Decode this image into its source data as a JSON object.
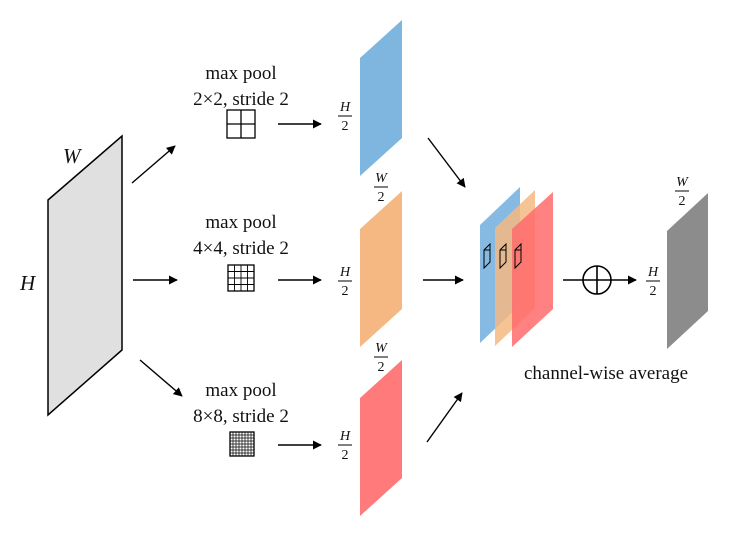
{
  "input": {
    "width_label": "W",
    "height_label": "H",
    "color": "#e0e0e0"
  },
  "branches": [
    {
      "title": "max pool",
      "detail": "2×2, stride 2",
      "grid_cells": 2,
      "color": "#7fb6e0",
      "height_num": "H",
      "height_den": "2"
    },
    {
      "title": "max pool",
      "detail": "4×4, stride 2",
      "grid_cells": 4,
      "color": "#f5b883",
      "height_num": "H",
      "height_den": "2",
      "width_num": "W",
      "width_den": "2"
    },
    {
      "title": "max pool",
      "detail": "8×8, stride 2",
      "grid_cells": 8,
      "color": "#ff7a7a",
      "height_num": "H",
      "height_den": "2",
      "width_num": "W",
      "width_den": "2"
    }
  ],
  "stack": {
    "colors": [
      "#7fb6e0",
      "#f5b883",
      "#ff6b6b"
    ]
  },
  "operator": {
    "symbol": "plus-circle"
  },
  "output": {
    "color": "#8c8c8c",
    "height_num": "H",
    "height_den": "2",
    "width_num": "W",
    "width_den": "2",
    "caption": "channel-wise average"
  }
}
